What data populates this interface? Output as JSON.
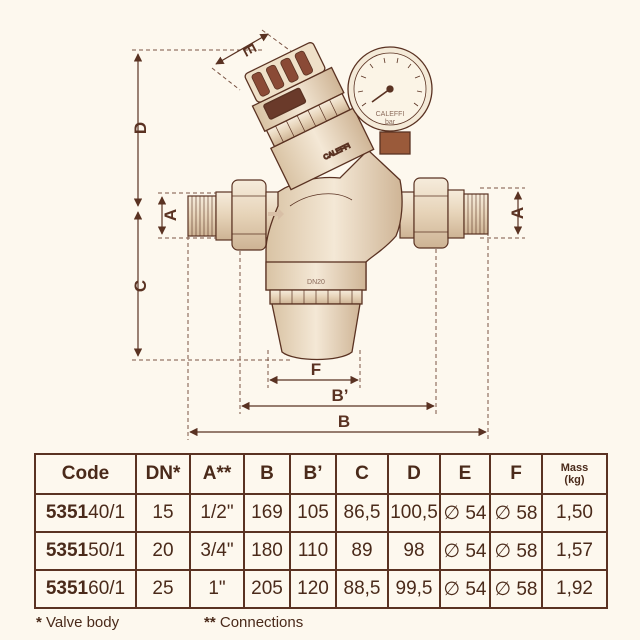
{
  "dimension_labels": {
    "E": "E",
    "D": "D",
    "A_left": "A",
    "A_right": "A",
    "C": "C",
    "F": "F",
    "B_prime": "B’",
    "B": "B"
  },
  "product_marks": {
    "brand_body": "CALEFFI",
    "brand_gauge": "CALEFFI",
    "size_mark": "DN20",
    "gauge_unit": "bar"
  },
  "table": {
    "headers": [
      "Code",
      "DN*",
      "A**",
      "B",
      "B’",
      "C",
      "D",
      "E",
      "F"
    ],
    "mass_header": {
      "line1": "Mass",
      "line2": "(kg)"
    },
    "rows": [
      {
        "code_bold": "5351",
        "code_rest": "40/1",
        "dn": "15",
        "a": "1/2\"",
        "b": "169",
        "b_prime": "105",
        "c": "86,5",
        "d": "100,5",
        "e": "∅ 54",
        "f": "∅ 58",
        "mass": "1,50"
      },
      {
        "code_bold": "5351",
        "code_rest": "50/1",
        "dn": "20",
        "a": "3/4\"",
        "b": "180",
        "b_prime": "110",
        "c": "89",
        "d": "98",
        "e": "∅ 54",
        "f": "∅ 58",
        "mass": "1,57"
      },
      {
        "code_bold": "5351",
        "code_rest": "60/1",
        "dn": "25",
        "a": "1\"",
        "b": "205",
        "b_prime": "120",
        "c": "88,5",
        "d": "99,5",
        "e": "∅ 54",
        "f": "∅ 58",
        "mass": "1,92"
      }
    ]
  },
  "footnotes": {
    "valve_mark": "*",
    "valve_text": "Valve body",
    "conn_mark": "**",
    "conn_text": "Connections"
  },
  "colors": {
    "line": "#5a3222",
    "metal_light": "#f1e4d0",
    "metal_mid": "#e2cfb4",
    "metal_dark": "#c8ad8c",
    "knob_dark": "#8a4a36"
  }
}
